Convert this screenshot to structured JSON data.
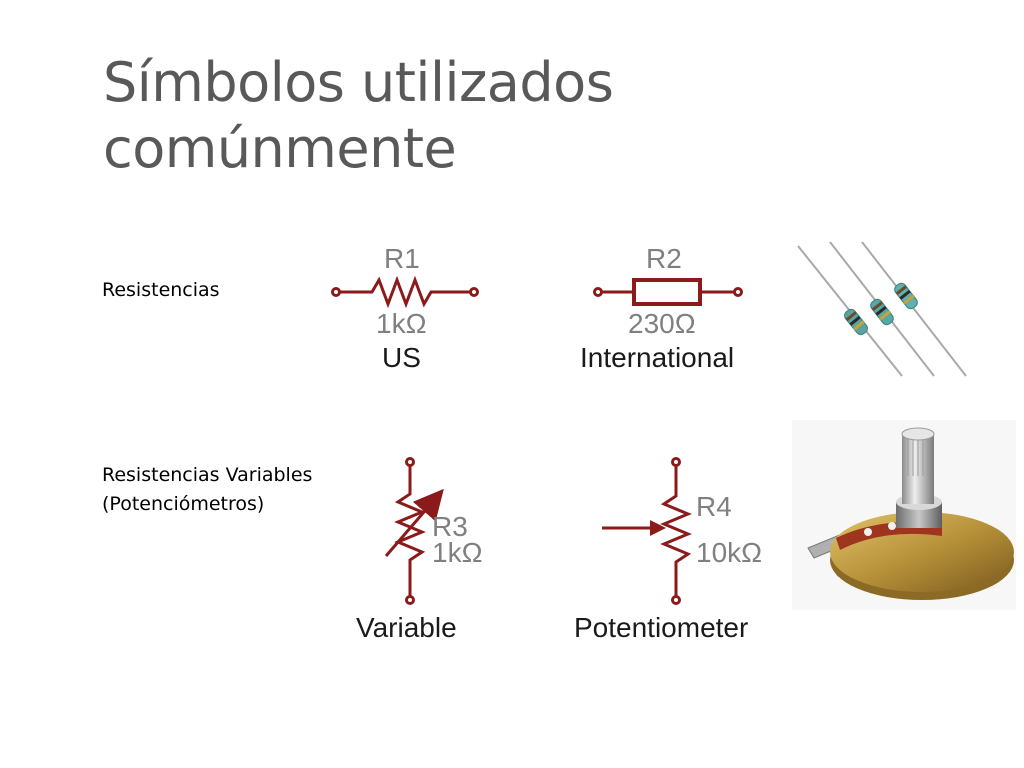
{
  "slide": {
    "title_line1": "Símbolos utilizados",
    "title_line2": "comúnmente"
  },
  "rows": {
    "fixed": {
      "label": "Resistencias"
    },
    "variable": {
      "label_line1": "Resistencias Variables",
      "label_line2": "(Potenciómetros)"
    }
  },
  "symbols": {
    "r1": {
      "designator": "R1",
      "value": "1kΩ",
      "caption": "US"
    },
    "r2": {
      "designator": "R2",
      "value": "230Ω",
      "caption": "International"
    },
    "r3": {
      "designator": "R3",
      "value": "1kΩ",
      "caption": "Variable"
    },
    "r4": {
      "designator": "R4",
      "value": "10kΩ",
      "caption": "Potentiometer"
    }
  },
  "colors": {
    "symbol_stroke": "#8b1a1a",
    "symbol_text": "#808080",
    "caption_text": "#1a1a1a",
    "title": "#595959"
  },
  "photos": {
    "resistors": "resistor-photo",
    "potentiometer": "potentiometer-photo"
  }
}
